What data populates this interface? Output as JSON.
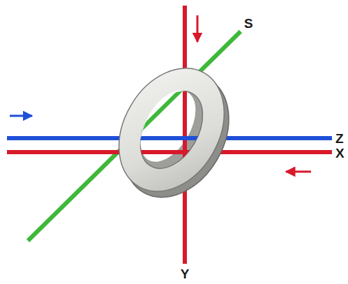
{
  "diagram": {
    "labels": [
      "S",
      "Z",
      "X",
      "Y"
    ]
  }
}
